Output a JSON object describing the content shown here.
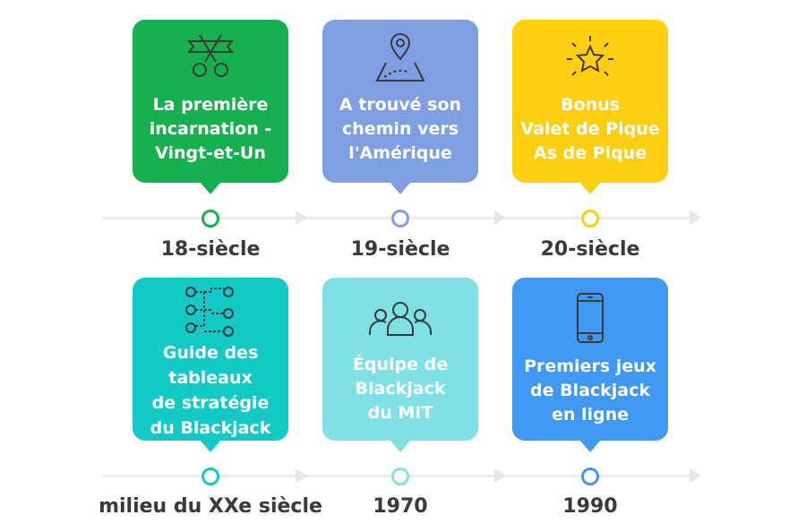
{
  "row1": [
    {
      "text": "La première\nincarnation -\nVingt-et-Un",
      "date": "18-siècle",
      "color": "#17b04e",
      "icon": "scissors-ribbon-icon"
    },
    {
      "text": "A trouvé son\nchemin vers\nl'Amérique",
      "date": "19-siècle",
      "color": "#7f9fe3",
      "icon": "map-pin-icon"
    },
    {
      "text": "Bonus\nValet de Pique\nAs de Pique",
      "date": "20-siècle",
      "color": "#fdcf10",
      "icon": "star-icon"
    }
  ],
  "row2": [
    {
      "text": "Guide des\ntableaux\nde stratégie\ndu Blackjack",
      "date": "milieu du XXe siècle",
      "color": "#13c9c5",
      "icon": "strategy-chart-icon"
    },
    {
      "text": "Équipe de\nBlackjack\ndu MIT",
      "date": "1970",
      "color": "#7fe1e4",
      "icon": "team-icon"
    },
    {
      "text": "Premiers jeux\nde Blackjack\nen ligne",
      "date": "1990",
      "color": "#3f98f1",
      "icon": "smartphone-icon"
    }
  ]
}
